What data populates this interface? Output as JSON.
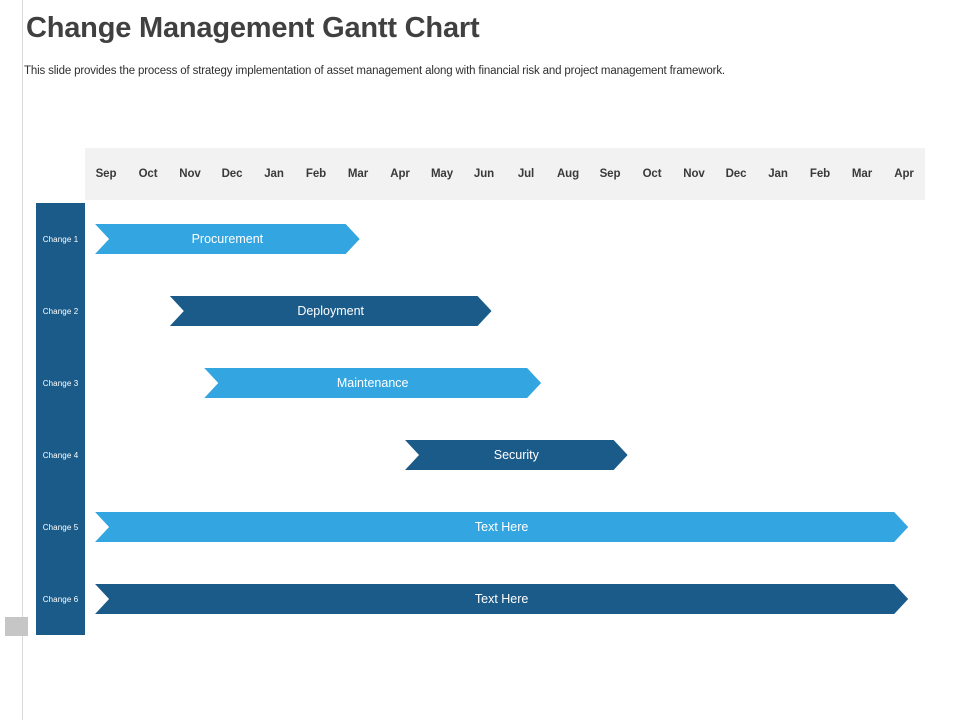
{
  "header": {
    "title": "Change Management Gantt Chart",
    "subtitle": "This slide provides the process of strategy implementation of asset management along with financial risk and project management framework."
  },
  "colors": {
    "bar_light": "#33a5e0",
    "bar_dark": "#1b5b8a",
    "header_band": "#f2f2f2",
    "label_column": "#1b5b8a",
    "title_text": "#404040"
  },
  "chart_data": {
    "type": "bar",
    "title": "Change Management Gantt Chart",
    "xlabel": "",
    "ylabel": "",
    "grid": false,
    "legend": "none",
    "categories": [
      "Sep",
      "Oct",
      "Nov",
      "Dec",
      "Jan",
      "Feb",
      "Mar",
      "Apr",
      "May",
      "Jun",
      "Jul",
      "Aug",
      "Sep",
      "Oct",
      "Nov",
      "Dec",
      "Jan",
      "Feb",
      "Mar",
      "Apr"
    ],
    "row_labels": [
      "Change 1",
      "Change 2",
      "Change 3",
      "Change 4",
      "Change 5",
      "Change 6"
    ],
    "tasks": [
      {
        "row_label": "Change 1",
        "label": "Procurement",
        "color": "#33a5e0",
        "start_month": "Sep",
        "end_month": "Mar",
        "start_index": 0,
        "end_index": 6.3,
        "left_pct": 1.2,
        "width_pct": 31.5
      },
      {
        "row_label": "Change 2",
        "label": "Deployment",
        "color": "#1b5b8a",
        "start_month": "Nov",
        "end_month": "Jun",
        "start_index": 2.0,
        "end_index": 9.7,
        "left_pct": 10.1,
        "width_pct": 38.3
      },
      {
        "row_label": "Change 3",
        "label": "Maintenance",
        "color": "#33a5e0",
        "start_month": "Nov",
        "end_month": "Jul",
        "start_index": 2.8,
        "end_index": 10.8,
        "left_pct": 14.2,
        "width_pct": 40.1
      },
      {
        "row_label": "Change 4",
        "label": "Security",
        "color": "#1b5b8a",
        "start_month": "Mar",
        "end_month": "Nov",
        "start_index": 7.6,
        "end_index": 12.9,
        "left_pct": 38.1,
        "width_pct": 26.5
      },
      {
        "row_label": "Change 5",
        "label": "Text Here",
        "color": "#33a5e0",
        "start_month": "Sep",
        "end_month": "Apr",
        "start_index": 0,
        "end_index": 19.6,
        "left_pct": 1.2,
        "width_pct": 96.8
      },
      {
        "row_label": "Change 6",
        "label": "Text Here",
        "color": "#1b5b8a",
        "start_month": "Sep",
        "end_month": "Apr",
        "start_index": 0,
        "end_index": 19.6,
        "left_pct": 1.2,
        "width_pct": 96.8
      }
    ]
  }
}
